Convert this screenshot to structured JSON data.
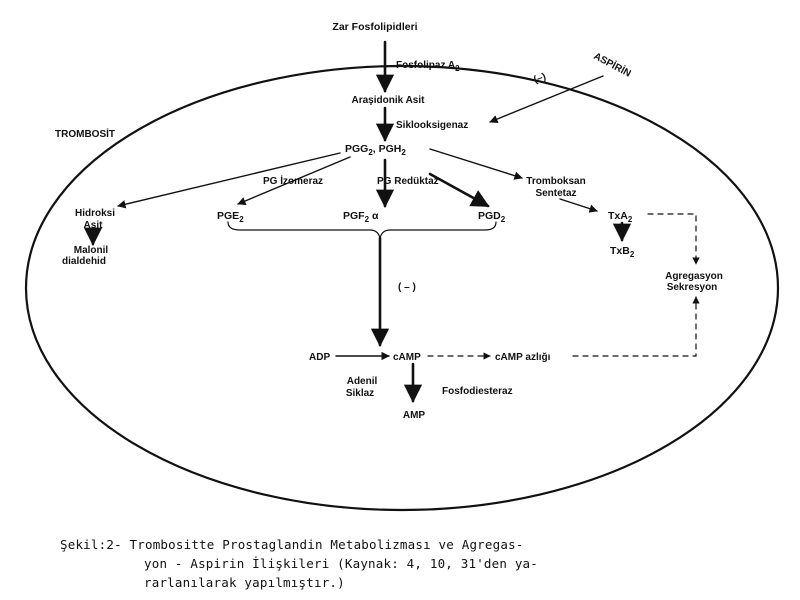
{
  "nodes": {
    "membrane": "Zar Fosfolipidleri",
    "pla2": "Fosfolipaz A",
    "pla2_sub": "2",
    "aa": "Araşidonik Asit",
    "cox": "Siklooksigenaz",
    "aspirin": "ASPİRİN",
    "minus": "(–)",
    "platelet": "TROMBOSİT",
    "pgg_h": "PGG",
    "pgg_sub": "2",
    "pgh": "PGH",
    "pgh_sub": "2",
    "pg_isomerase": "PG İzomeraz",
    "pg_reductase": "PG Redüktaz",
    "txsynth_1": "Tromboksan",
    "txsynth_2": "Sentetaz",
    "hydroxy_1": "Hidroksi",
    "hydroxy_2": "Asit",
    "malonil_1": "Malonil",
    "malonil_2": "dialdehid",
    "pge": "PGE",
    "pge_sub": "2",
    "pgf": "PGF",
    "pgf_sub": "2",
    "pgf_alpha": "α",
    "pgd": "PGD",
    "pgd_sub": "2",
    "txa": "TxA",
    "txa_sub": "2",
    "txb": "TxB",
    "txb_sub": "2",
    "aggregation_1": "Agregasyon",
    "aggregation_2": "Sekresyon",
    "inhibit": "( – )",
    "adp": "ADP",
    "camp": "cAMP",
    "camp_low": "cAMP azlığı",
    "adenil_1": "Adenil",
    "adenil_2": "Siklaz",
    "pde": "Fosfodiesteraz",
    "amp": "AMP"
  },
  "caption": {
    "line1": "Şekil:2- Trombositte Prostaglandin Metabolizması ve Agregas-",
    "line2": "yon - Aspirin İlişkileri (Kaynak: 4, 10, 31'den ya-",
    "line3": "rarlanılarak yapılmıştır.)"
  }
}
